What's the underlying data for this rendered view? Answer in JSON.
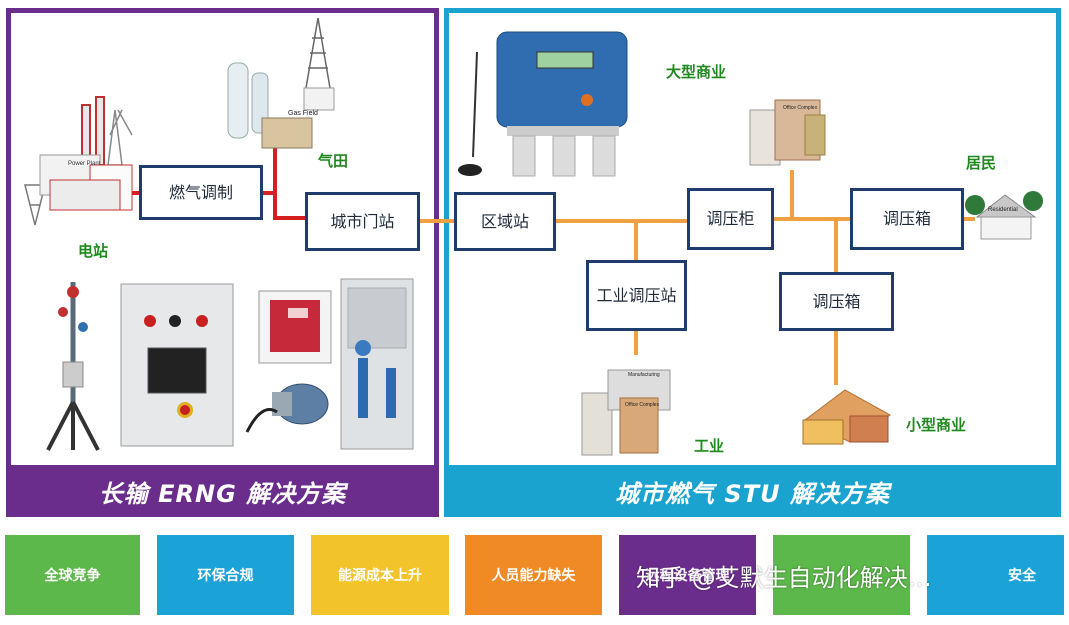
{
  "panels": {
    "left_title": "长输 ERNG 解决方案",
    "right_title": "城市燃气 STU 解决方案"
  },
  "nodes": {
    "gas_conditioning": "燃气调制",
    "city_gate": "城市门站",
    "regional_station": "区域站",
    "regulator_cabinet": "调压柜",
    "regulator_box_1": "调压箱",
    "regulator_box_2": "调压箱",
    "industrial_station": "工业调压站"
  },
  "labels": {
    "power_station": "电站",
    "gas_field": "气田",
    "large_commercial": "大型商业",
    "residential": "居民",
    "industry": "工业",
    "small_commercial": "小型商业"
  },
  "picture_text": {
    "power_plant": "Power Plant",
    "gas_field": "Gas Field",
    "office_complex": "Office Complex",
    "residential": "Residential",
    "manufacturing": "Manufacturing"
  },
  "tiles": [
    {
      "label": "全球竞争",
      "color": "#5cb84a"
    },
    {
      "label": "环保合规",
      "color": "#1ba3d8"
    },
    {
      "label": "能源成本上升",
      "color": "#f3c32b"
    },
    {
      "label": "人员能力缺失",
      "color": "#f08a24"
    },
    {
      "label": "远程设备管理",
      "color": "#6b2d8c"
    },
    {
      "label": "",
      "color": "#5cb84a"
    },
    {
      "label": "安全",
      "color": "#1ba3d8"
    }
  ],
  "watermark": "知乎 @艾默生自动化解决…",
  "colors": {
    "purple": "#6b2d8c",
    "cyan": "#1ba3cf",
    "red_pipe": "#d42020",
    "orange_pipe": "#f0a040",
    "node_border": "#1f3c6e",
    "label_green": "#1e8a1e"
  }
}
